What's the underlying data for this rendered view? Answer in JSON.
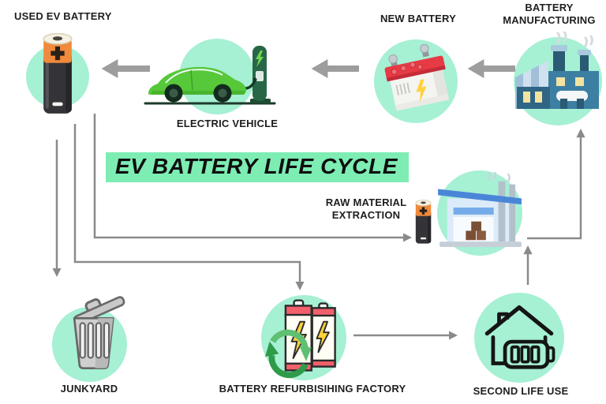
{
  "title": {
    "text": "EV BATTERY LIFE CYCLE",
    "highlight_color": "#7dedb4"
  },
  "colors": {
    "background": "#ffffff",
    "node_circle": "#a6f0d4",
    "arrow_thick": "#9d9d9d",
    "arrow_thin": "#8a8a8a",
    "label_text": "#1e1e1e"
  },
  "nodes": [
    {
      "id": "used-ev-battery",
      "label": "USED EV BATTERY",
      "icon": "used-battery-icon"
    },
    {
      "id": "electric-vehicle",
      "label": "ELECTRIC VEHICLE",
      "icon": "ev-car-charging-icon"
    },
    {
      "id": "new-battery",
      "label": "NEW BATTERY",
      "icon": "car-battery-icon"
    },
    {
      "id": "battery-manufacturing",
      "label": "BATTERY MANUFACTURING",
      "icon": "factory-icon"
    },
    {
      "id": "raw-material-extraction",
      "label": "RAW MATERIAL EXTRACTION",
      "icon": "warehouse-icon"
    },
    {
      "id": "junkyard",
      "label": "JUNKYARD",
      "icon": "trash-can-icon"
    },
    {
      "id": "battery-refurbishing-factory",
      "label": "BATTERY REFURBISIHING FACTORY",
      "icon": "recycling-batteries-icon"
    },
    {
      "id": "second-life-use",
      "label": "SECOND LIFE USE",
      "icon": "house-battery-icon"
    }
  ],
  "flows": [
    {
      "from": "battery-manufacturing",
      "to": "new-battery"
    },
    {
      "from": "new-battery",
      "to": "electric-vehicle"
    },
    {
      "from": "electric-vehicle",
      "to": "used-ev-battery"
    },
    {
      "from": "used-ev-battery",
      "to": "junkyard"
    },
    {
      "from": "used-ev-battery",
      "to": "raw-material-extraction"
    },
    {
      "from": "used-ev-battery",
      "to": "battery-refurbishing-factory"
    },
    {
      "from": "battery-refurbishing-factory",
      "to": "second-life-use"
    },
    {
      "from": "second-life-use",
      "to": "raw-material-extraction"
    },
    {
      "from": "raw-material-extraction",
      "to": "battery-manufacturing"
    }
  ]
}
